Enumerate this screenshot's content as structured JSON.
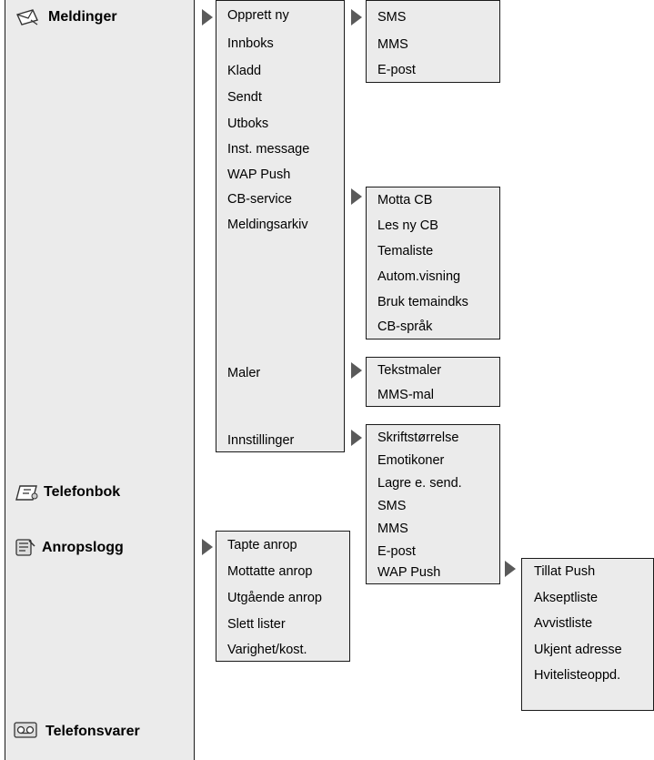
{
  "categories": {
    "messages": "Meldinger",
    "phonebook": "Telefonbok",
    "call_log": "Anropslogg",
    "voicemail": "Telefonsvarer"
  },
  "messages_menu": [
    "Opprett ny",
    "Innboks",
    "Kladd",
    "Sendt",
    "Utboks",
    "Inst. message",
    "WAP Push",
    "CB-service",
    "Meldingsarkiv",
    "Maler",
    "Innstillinger"
  ],
  "create_new_menu": [
    "SMS",
    "MMS",
    "E-post"
  ],
  "cb_menu": [
    "Motta CB",
    "Les ny CB",
    "Temaliste",
    "Autom.visning",
    "Bruk temaindks",
    "CB-språk"
  ],
  "templates_menu": [
    "Tekstmaler",
    "MMS-mal"
  ],
  "settings_menu": [
    "Skriftstørrelse",
    "Emotikoner",
    "Lagre e. send.",
    "SMS",
    "MMS",
    "E-post",
    "WAP Push"
  ],
  "call_log_menu": [
    "Tapte anrop",
    "Mottatte anrop",
    "Utgående anrop",
    "Slett lister",
    "Varighet/kost."
  ],
  "wap_push_menu": [
    "Tillat Push",
    "Akseptliste",
    "Avvistliste",
    "Ukjent adresse",
    "Hvitelisteoppd."
  ]
}
